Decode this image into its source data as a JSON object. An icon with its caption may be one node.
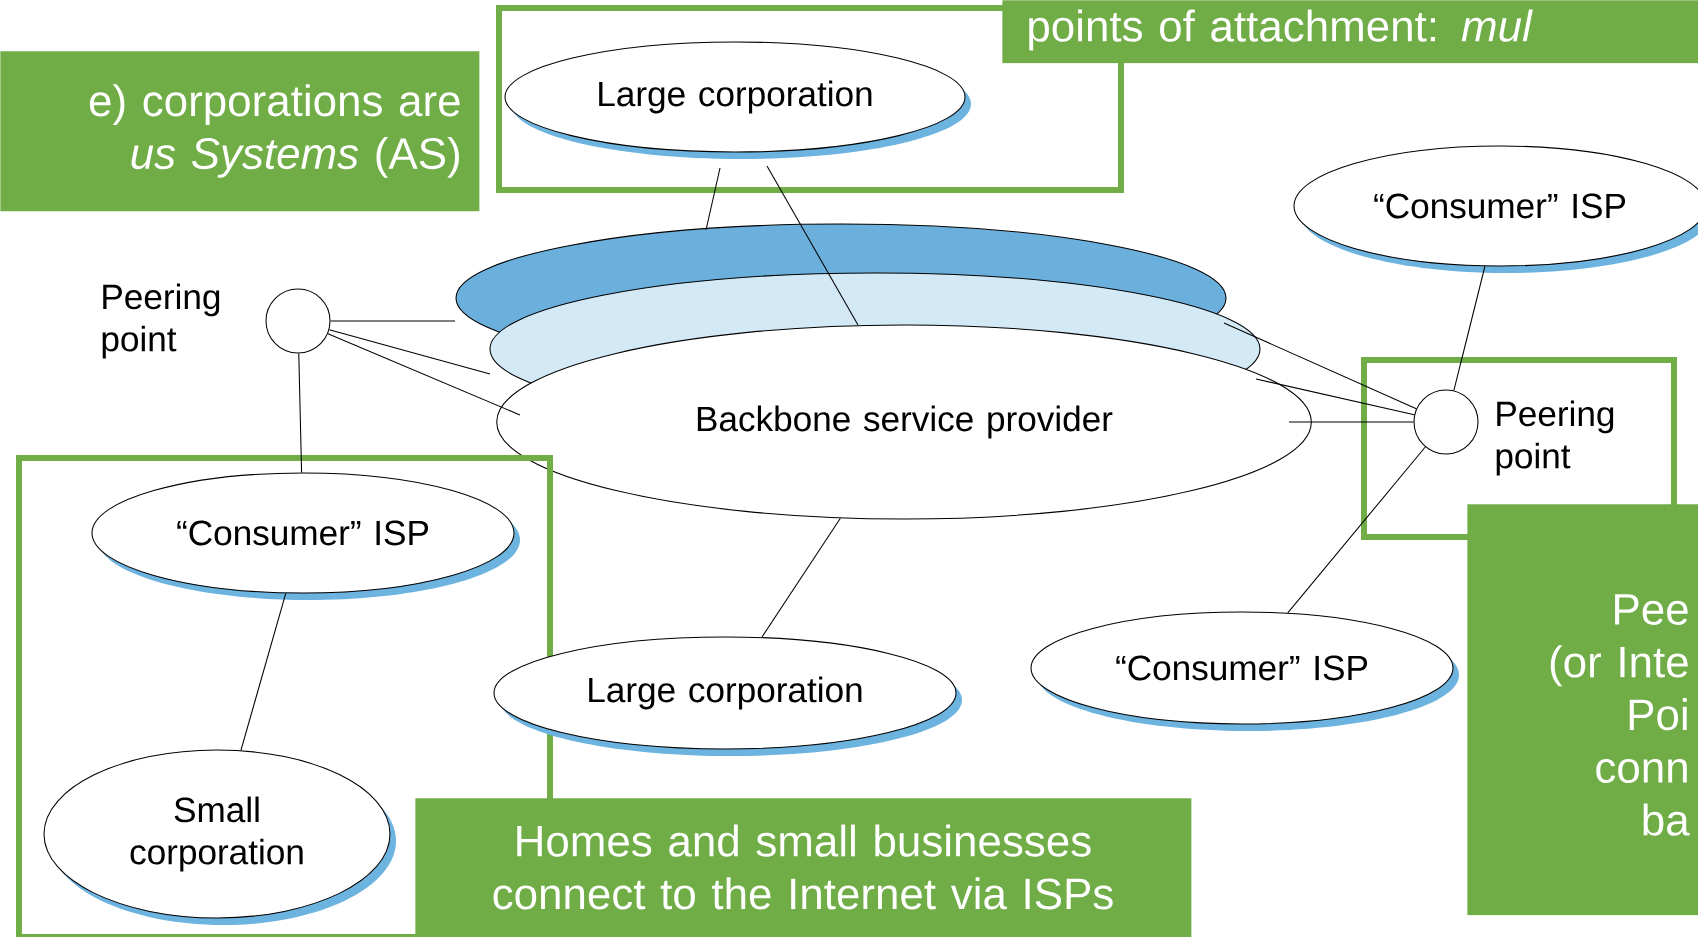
{
  "diagram": {
    "nodes": [
      {
        "text": [],
        "shape": "box"
      },
      {
        "text": [
          "Large corporation"
        ],
        "in": 0
      },
      {
        "text": [],
        "shape": "circle",
        "beside": [
          "Peering point"
        ]
      },
      {
        "text": [
          "Backbone service provider"
        ]
      },
      {
        "text": [
          "“Consumer” ISP"
        ]
      },
      {
        "text": [],
        "shape": "box"
      },
      {
        "text": [],
        "shape": "circle",
        "beside": [
          "Peering point"
        ],
        "in": 5
      },
      {
        "text": [],
        "shape": "box"
      },
      {
        "text": [
          "“Consumer” ISP"
        ],
        "in": 7
      },
      {
        "text": [
          "Small corporation"
        ],
        "in": 7
      },
      {
        "text": [
          "Large corporation"
        ]
      },
      {
        "text": [
          "“Consumer” ISP"
        ]
      },
      {
        "text": [
          "points of attachment: *mul*"
        ]
      },
      {
        "text": [
          "e) corporations are *us Systems* (AS)"
        ]
      },
      {
        "text": [
          "Pee (or Inte Poi conn ba"
        ]
      },
      {
        "text": [
          "Homes and small businesses connect to the Internet via ISPs"
        ]
      }
    ],
    "edges": [
      {
        "from": 1,
        "to": 3,
        "arrow": "none"
      },
      {
        "from": 1,
        "to": 3,
        "arrow": "none"
      },
      {
        "from": 2,
        "to": 3,
        "arrow": "none"
      },
      {
        "from": 2,
        "to": 3,
        "arrow": "none"
      },
      {
        "from": 2,
        "to": 3,
        "arrow": "none"
      },
      {
        "from": 2,
        "to": 8,
        "arrow": "none"
      },
      {
        "from": 3,
        "to": 6,
        "arrow": "none"
      },
      {
        "from": 3,
        "to": 6,
        "arrow": "none"
      },
      {
        "from": 3,
        "to": 6,
        "arrow": "none"
      },
      {
        "from": 4,
        "to": 6,
        "arrow": "none"
      },
      {
        "from": 6,
        "to": 11,
        "arrow": "none"
      },
      {
        "from": 3,
        "to": 10,
        "arrow": "none"
      },
      {
        "from": 8,
        "to": 9,
        "arrow": "none"
      }
    ]
  }
}
